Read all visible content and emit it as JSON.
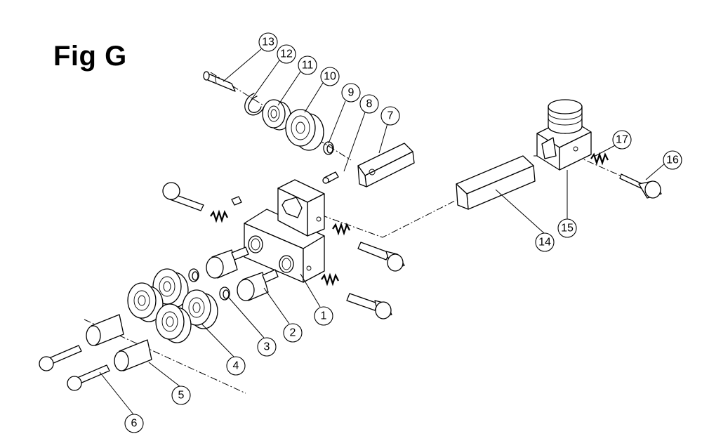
{
  "figure": {
    "title": "Fig G"
  },
  "callouts": [
    "1",
    "2",
    "3",
    "4",
    "5",
    "6",
    "7",
    "8",
    "9",
    "10",
    "11",
    "12",
    "13",
    "14",
    "15",
    "16",
    "17"
  ]
}
